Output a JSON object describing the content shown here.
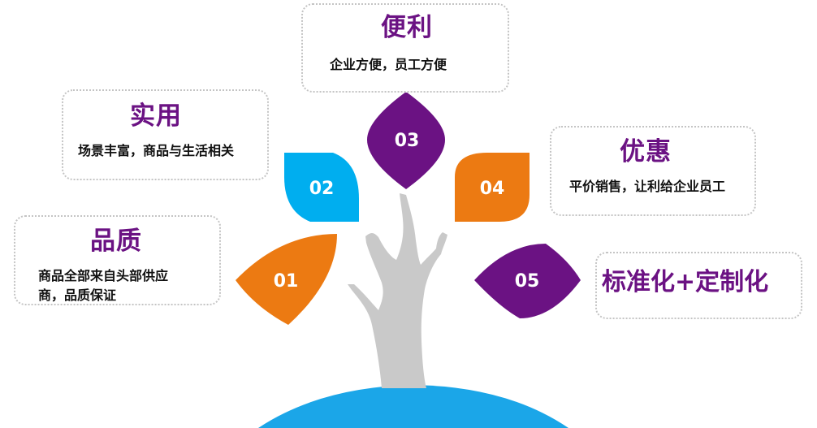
{
  "colors": {
    "purple": "#6b1283",
    "orange": "#ec7a12",
    "blue": "#00aeef",
    "trunk": "#c9c9c9",
    "ground": "#1ba6e8"
  },
  "leaves": [
    {
      "num": "01",
      "color": "#ec7a12"
    },
    {
      "num": "02",
      "color": "#00aeef"
    },
    {
      "num": "03",
      "color": "#6b1283"
    },
    {
      "num": "04",
      "color": "#ec7a12"
    },
    {
      "num": "05",
      "color": "#6b1283"
    }
  ],
  "cards": {
    "convenience": {
      "title": "便利",
      "desc": "企业方便，员工方便"
    },
    "practical": {
      "title": "实用",
      "desc": "场景丰富，商品与生活相关"
    },
    "discount": {
      "title": "优惠",
      "desc": "平价销售，让利给企业员工"
    },
    "quality": {
      "title": "品质",
      "desc_line1": "商品全部来自头部供应",
      "desc_line2": "商，品质保证"
    },
    "standard": {
      "title": "标准化+定制化"
    }
  }
}
